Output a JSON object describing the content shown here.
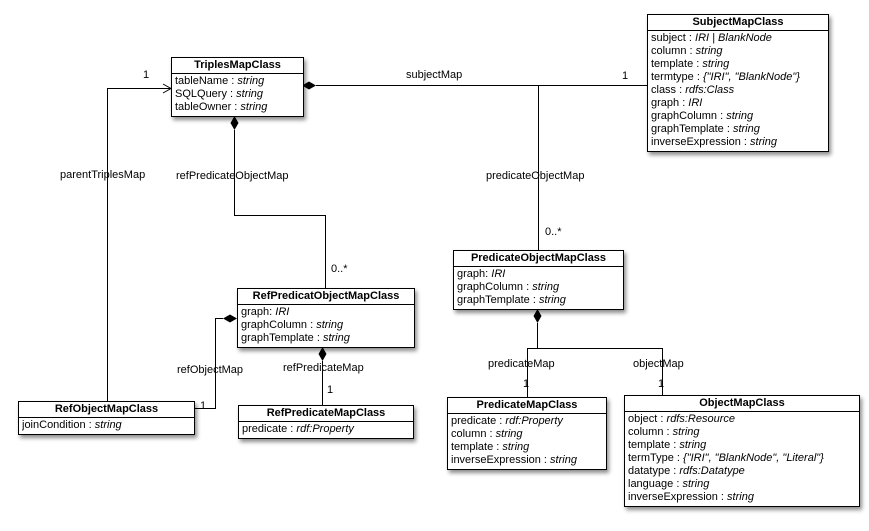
{
  "diagram": {
    "colors": {
      "line": "#000000",
      "box_background": "#ffffff",
      "text": "#000000"
    },
    "classes": {
      "triplesMap": {
        "title": "TriplesMapClass",
        "attributes": [
          "tableName : string",
          "SQLQuery : string",
          "tableOwner : string"
        ]
      },
      "subjectMap": {
        "title": "SubjectMapClass",
        "attributes": [
          "subject : IRI | BlankNode",
          "column : string",
          "template : string",
          "termtype : {\"IRI\", \"BlankNode\"}",
          "class : rdfs:Class",
          "graph : IRI",
          "graphColumn : string",
          "graphTemplate : string",
          "inverseExpression : string"
        ]
      },
      "predicateObjectMap": {
        "title": "PredicateObjectMapClass",
        "attributes": [
          "graph: IRI",
          "graphColumn : string",
          "graphTemplate : string"
        ]
      },
      "refPredicatObjectMap": {
        "title": "RefPredicatObjectMapClass",
        "attributes": [
          "graph: IRI",
          "graphColumn : string",
          "graphTemplate : string"
        ]
      },
      "predicateMapClass": {
        "title": "PredicateMapClass",
        "attributes": [
          "predicate : rdf:Property",
          "column : string",
          "template : string",
          "inverseExpression : string"
        ]
      },
      "objectMapClass": {
        "title": "ObjectMapClass",
        "attributes": [
          "object : rdfs:Resource",
          "column : string",
          "template : string",
          "termType : {\"IRI\", \"BlankNode\", \"Literal\"}",
          "datatype : rdfs:Datatype",
          "language : string",
          "inverseExpression : string"
        ]
      },
      "refObjectMapClass": {
        "title": "RefObjectMapClass",
        "attributes": [
          "joinCondition : string"
        ]
      },
      "refPredicateMapClass": {
        "title": "RefPredicateMapClass",
        "attributes": [
          "predicate : rdf:Property"
        ]
      }
    },
    "edge_labels": {
      "subjectMap": "subjectMap",
      "predicateObjectMap": "predicateObjectMap",
      "parentTriplesMap": "parentTriplesMap",
      "refPredicateObjectMap": "refPredicateObjectMap",
      "refObjectMap": "refObjectMap",
      "refPredicateMap": "refPredicateMap",
      "predicateMap": "predicateMap",
      "objectMap": "objectMap"
    },
    "multiplicities": {
      "parentTriplesMap": "1",
      "subjectMap": "1",
      "predicateObjectMap": "0..*",
      "refPredicateObjectMap": "0..*",
      "refObjectMap": "1",
      "refPredicateMap": "1",
      "predicateMap": "1",
      "objectMap": "1"
    }
  }
}
